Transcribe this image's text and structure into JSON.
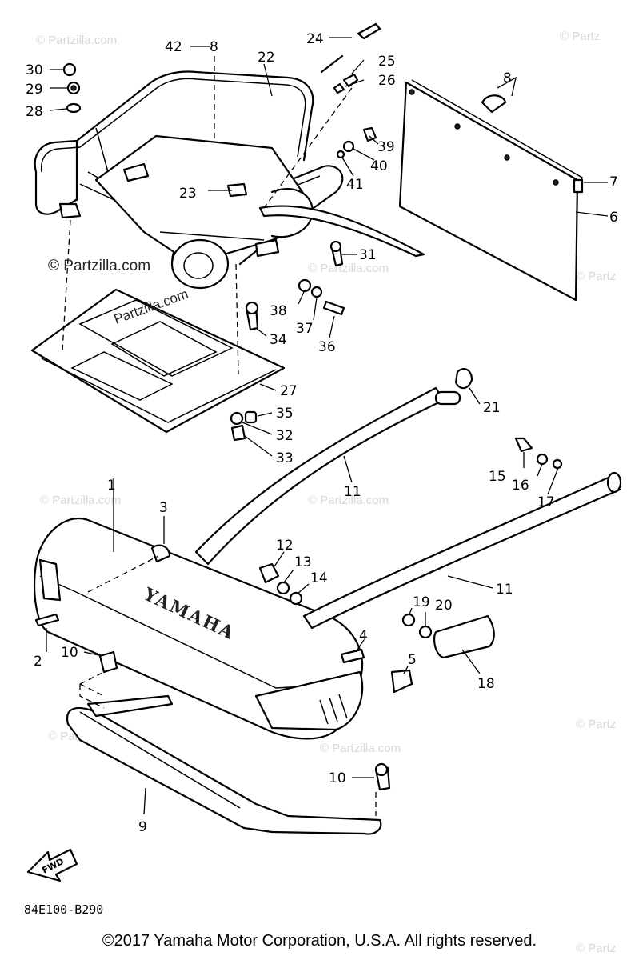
{
  "watermarks": {
    "main": "© Partzilla.com",
    "faint": "© Partzilla.com",
    "faint_short": "© Partz"
  },
  "brand_label": "YAMAHA",
  "fwd_label": "FWD",
  "part_code": "84E100-B290",
  "copyright": "©2017 Yamaha Motor Corporation, U.S.A. All rights reserved.",
  "callouts": {
    "c1": "1",
    "c2": "2",
    "c3": "3",
    "c4": "4",
    "c5": "5",
    "c6": "6",
    "c7": "7",
    "c8a": "8",
    "c8b": "8",
    "c9": "9",
    "c10a": "10",
    "c10b": "10",
    "c11a": "11",
    "c11b": "11",
    "c12": "12",
    "c13": "13",
    "c14": "14",
    "c15": "15",
    "c16": "16",
    "c17": "17",
    "c18": "18",
    "c19": "19",
    "c20": "20",
    "c21": "21",
    "c22": "22",
    "c23": "23",
    "c24": "24",
    "c25": "25",
    "c26": "26",
    "c27": "27",
    "c28": "28",
    "c29": "29",
    "c30": "30",
    "c31": "31",
    "c32": "32",
    "c33": "33",
    "c34": "34",
    "c35": "35",
    "c36": "36",
    "c37": "37",
    "c38": "38",
    "c39": "39",
    "c40": "40",
    "c41": "41",
    "c42": "42"
  }
}
